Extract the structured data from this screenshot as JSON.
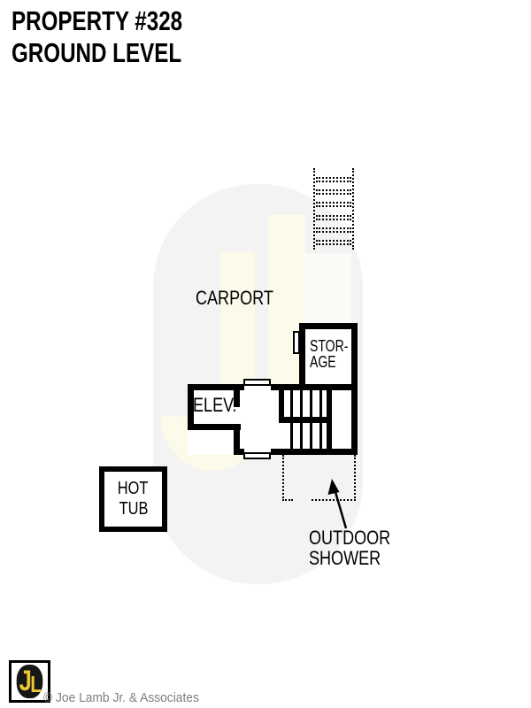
{
  "title": {
    "line1": "PROPERTY #328",
    "line2": "GROUND LEVEL"
  },
  "plan": {
    "carport_label": "CARPORT",
    "storage_label_line1": "STOR-",
    "storage_label_line2": "AGE",
    "elevator_label": "ELEV.",
    "hot_tub_label_line1": "HOT",
    "hot_tub_label_line2": "TUB",
    "outdoor_shower_label_line1": "OUTDOOR",
    "outdoor_shower_label_line2": "SHOWER"
  },
  "watermark": {
    "oval_color": "#f3f3f3",
    "letter_color": "#fcfae9",
    "highlight_color": "#fafaf6"
  },
  "footer": {
    "logo_letter_j": "J",
    "logo_letter_l": "L",
    "logo_letter_color": "#eac832",
    "copyright": "© Joe Lamb Jr. & Associates"
  },
  "colors": {
    "ink": "#000000",
    "copyright_text": "#7e7e7e"
  }
}
